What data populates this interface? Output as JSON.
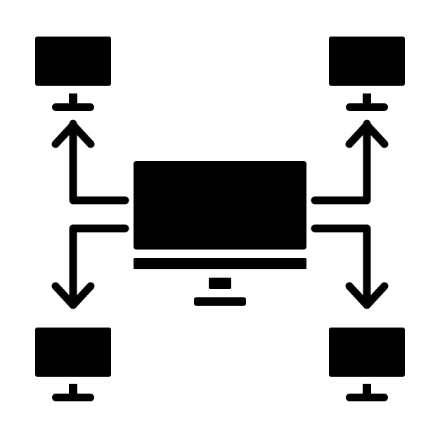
{
  "diagram": {
    "icon": "network-computers-icon",
    "colors": {
      "ink": "#000000",
      "background": "#ffffff"
    },
    "hub": {
      "icon": "desktop-monitor-icon"
    },
    "nodes": [
      {
        "id": "top-left",
        "icon": "monitor-icon",
        "flow": "from-hub"
      },
      {
        "id": "top-right",
        "icon": "monitor-icon",
        "flow": "from-hub"
      },
      {
        "id": "bottom-left",
        "icon": "monitor-icon",
        "flow": "from-hub"
      },
      {
        "id": "bottom-right",
        "icon": "monitor-icon",
        "flow": "from-hub"
      }
    ]
  }
}
